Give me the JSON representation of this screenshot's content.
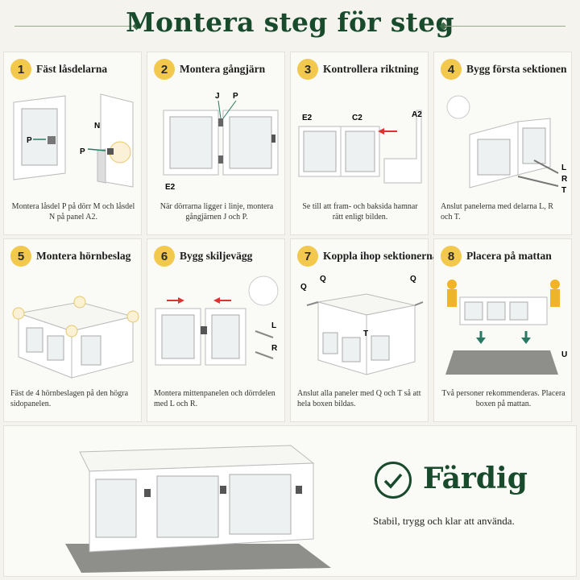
{
  "header": {
    "title": "Montera steg för steg"
  },
  "steps": [
    {
      "num": "1",
      "title": "Fäst låsdelarna",
      "desc": "Montera låsdel P på dörr M och låsdel N på panel A2.",
      "labels": [
        "P",
        "N",
        "P"
      ]
    },
    {
      "num": "2",
      "title": "Montera gångjärn",
      "desc": "När dörrarna ligger i linje, montera gångjärnen J och P.",
      "labels": [
        "J",
        "P",
        "E2"
      ]
    },
    {
      "num": "3",
      "title": "Kontrollera riktning",
      "desc": "Se till att fram- och baksida hamnar rätt enligt bilden.",
      "labels": [
        "E2",
        "C2",
        "A2"
      ]
    },
    {
      "num": "4",
      "title": "Bygg första sektionen",
      "desc": "Anslut panelerna med delarna L, R och T.",
      "labels": [
        "L",
        "R",
        "T"
      ]
    },
    {
      "num": "5",
      "title": "Montera hörnbeslag",
      "desc": "Fäst de 4 hörnbeslagen på den högra sidopanelen.",
      "labels": []
    },
    {
      "num": "6",
      "title": "Bygg skiljevägg",
      "desc": "Montera mittenpanelen och dörrdelen med  L  och  R.",
      "labels": [
        "L",
        "R"
      ]
    },
    {
      "num": "7",
      "title": "Koppla ihop sektionerna",
      "desc": "Anslut alla paneler med Q och T så att hela boxen bildas.",
      "labels": [
        "Q",
        "Q",
        "Q",
        "T"
      ]
    },
    {
      "num": "8",
      "title": "Placera på mattan",
      "desc": "Två personer rekommenderas. Placera boxen på mattan.",
      "labels": [
        "U"
      ]
    }
  ],
  "final": {
    "title": "Färdig",
    "subtitle": "Stabil, trygg och klar att använda."
  },
  "colors": {
    "brand_green": "#184a2c",
    "badge_yellow": "#f2c94c",
    "background": "#f4f3ee",
    "mat_gray": "#8e8e8a"
  }
}
